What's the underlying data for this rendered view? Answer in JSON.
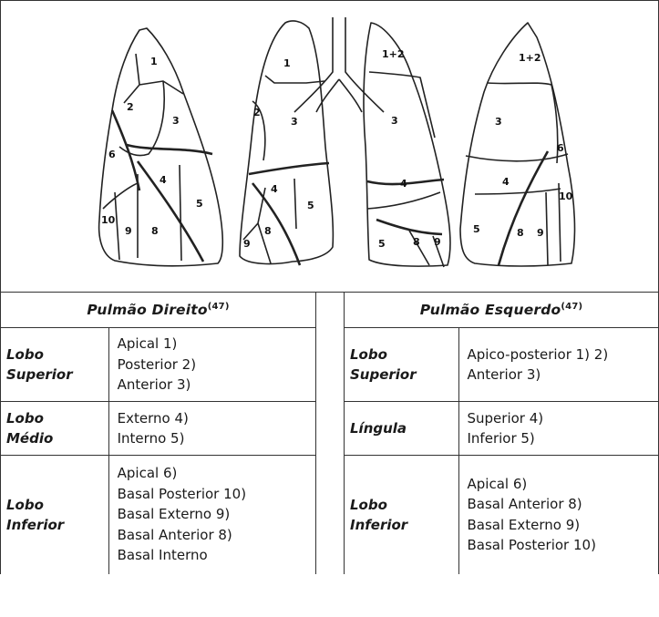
{
  "figure": {
    "right_lateral_labels": [
      "1",
      "2",
      "3",
      "6",
      "4",
      "5",
      "10",
      "9",
      "8"
    ],
    "right_medial_labels": [
      "1",
      "2",
      "3",
      "4",
      "5",
      "8",
      "9"
    ],
    "left_medial_labels": [
      "1+2",
      "3",
      "4",
      "5",
      "8",
      "9"
    ],
    "left_lateral_labels": [
      "1+2",
      "3",
      "6",
      "4",
      "10",
      "5",
      "8",
      "9"
    ]
  },
  "right_lung": {
    "title": "Pulmão Direito",
    "ref": "(47)",
    "lobes": [
      {
        "name_line1": "Lobo",
        "name_line2": "Superior",
        "segments": [
          "Apical 1)",
          "Posterior 2)",
          "Anterior 3)"
        ]
      },
      {
        "name_line1": "Lobo",
        "name_line2": "Médio",
        "segments": [
          "Externo 4)",
          "Interno 5)"
        ]
      },
      {
        "name_line1": "Lobo",
        "name_line2": "Inferior",
        "segments": [
          "Apical 6)",
          "Basal Posterior 10)",
          "Basal Externo 9)",
          "Basal Anterior 8)",
          "Basal Interno"
        ]
      }
    ]
  },
  "left_lung": {
    "title": "Pulmão Esquerdo",
    "ref": "(47)",
    "lobes": [
      {
        "name_line1": "Lobo",
        "name_line2": "Superior",
        "segments": [
          "Apico-posterior 1) 2)",
          "Anterior 3)"
        ]
      },
      {
        "name_line1": "Língula",
        "name_line2": "",
        "segments": [
          "Superior 4)",
          "Inferior 5)"
        ]
      },
      {
        "name_line1": "Lobo",
        "name_line2": "Inferior",
        "segments": [
          "Apical 6)",
          "Basal Anterior 8)",
          "Basal Externo 9)",
          "Basal Posterior 10)"
        ]
      }
    ]
  }
}
